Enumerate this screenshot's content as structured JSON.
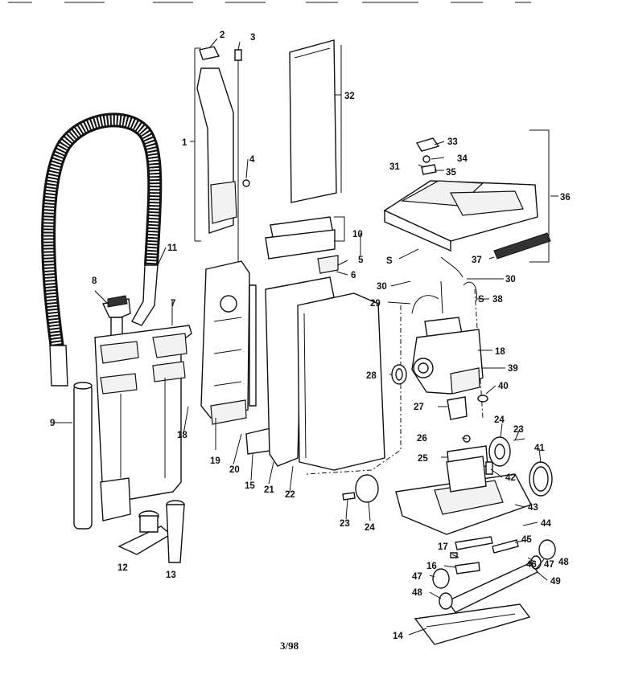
{
  "callouts": {
    "c1": "1",
    "c2": "2",
    "c3": "3",
    "c4": "4",
    "c5": "5",
    "c6": "6",
    "c7": "7",
    "c8": "8",
    "c9": "9",
    "c10": "10",
    "c11": "11",
    "c12": "12",
    "c13": "13",
    "c14": "14",
    "c15": "15",
    "c16": "16",
    "c17": "17",
    "c18a": "18",
    "c18b": "18",
    "c19": "19",
    "c20": "20",
    "c21": "21",
    "c22": "22",
    "c23a": "23",
    "c23b": "23",
    "c24a": "24",
    "c24b": "24",
    "c25": "25",
    "c26": "26",
    "c27": "27",
    "c28": "28",
    "c29": "29",
    "c30a": "30",
    "c30b": "30",
    "c31": "31",
    "c32": "32",
    "c33": "33",
    "c34": "34",
    "c35": "35",
    "c36": "36",
    "c37": "37",
    "c38": "38",
    "c39": "39",
    "c40": "40",
    "c41": "41",
    "c42": "42",
    "c43": "43",
    "c44": "44",
    "c45": "45",
    "c46": "46",
    "c47a": "47",
    "c47b": "47",
    "c48a": "48",
    "c48b": "48",
    "c49": "49",
    "s1": "S",
    "s2": "S"
  },
  "footer": {
    "page_code": "3/98"
  }
}
